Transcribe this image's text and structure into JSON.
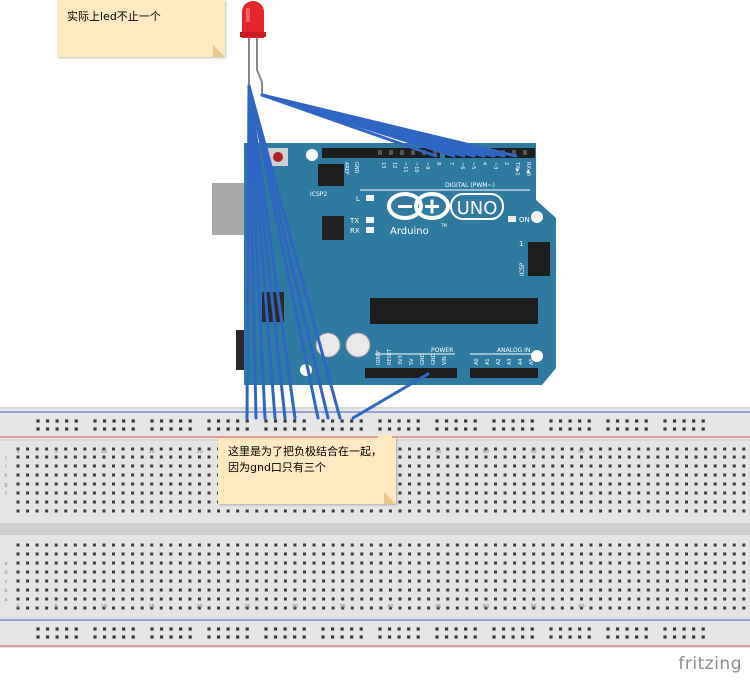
{
  "notes": {
    "top": "实际上led不止一个",
    "bottom": "这里是为了把负极结合在一起，因为gnd口只有三个"
  },
  "board": {
    "logo": "UNO",
    "brand": "Arduino",
    "tm": "TM",
    "icsp2": "ICSP2",
    "icsp": "ICSP",
    "aref": "AREF",
    "gnd": "GND",
    "digital_label": "DIGITAL (PWM~)",
    "led_l": "L",
    "led_tx": "TX",
    "led_rx": "RX",
    "on": "ON",
    "power": "POWER",
    "analog_in": "ANALOG IN",
    "one": "1",
    "digital_pins": [
      "13",
      "12",
      "~11",
      "~10",
      "~9",
      "8",
      "7",
      "~6",
      "~5",
      "4",
      "~3",
      "2",
      "TX▶1",
      "RX◀0"
    ],
    "power_pins": [
      "IOREF",
      "RESET",
      "3V3",
      "5V",
      "GND",
      "GND",
      "VIN"
    ],
    "analog_pins": [
      "A0",
      "A1",
      "A2",
      "A3",
      "A4",
      "A5"
    ]
  },
  "breadboard": {
    "column_numbers_top": [
      "1",
      "5",
      "10",
      "15",
      "20",
      "25",
      "30",
      "35",
      "40",
      "45",
      "50",
      "55",
      "60"
    ],
    "row_letters_left": [
      "j",
      "i",
      "h",
      "g",
      "f",
      "e",
      "d",
      "c",
      "b",
      "a"
    ]
  },
  "watermark": "fritzing",
  "colors": {
    "board": "#2e7aa0",
    "wire": "#2f66c4",
    "note": "#fde9c0",
    "breadboard": "#e3e3e3",
    "rail_red": "#d9534f",
    "rail_blue": "#4a63c7",
    "led": "#e8252a"
  }
}
